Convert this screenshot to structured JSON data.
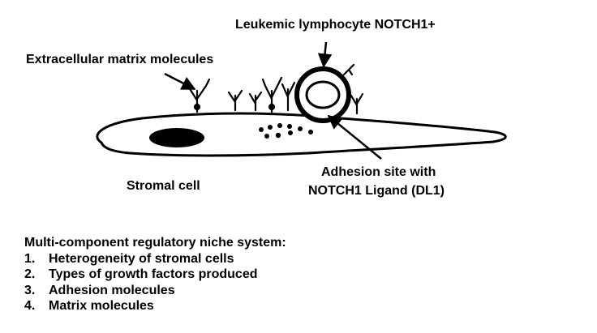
{
  "labels": {
    "lymphocyte": "Leukemic lymphocyte NOTCH1+",
    "matrix": "Extracellular matrix molecules",
    "stromal": "Stromal cell",
    "adhesion_line1": "Adhesion site with",
    "adhesion_line2": "NOTCH1 Ligand (DL1)"
  },
  "niche": {
    "heading": "Multi-component regulatory niche system:",
    "items": [
      {
        "num": "1.",
        "text": "Heterogeneity of stromal cells"
      },
      {
        "num": "2.",
        "text": "Types of growth factors produced"
      },
      {
        "num": "3.",
        "text": "Adhesion molecules"
      },
      {
        "num": "4.",
        "text": "Matrix molecules"
      }
    ]
  },
  "colors": {
    "ink": "#000000",
    "background": "#ffffff"
  }
}
